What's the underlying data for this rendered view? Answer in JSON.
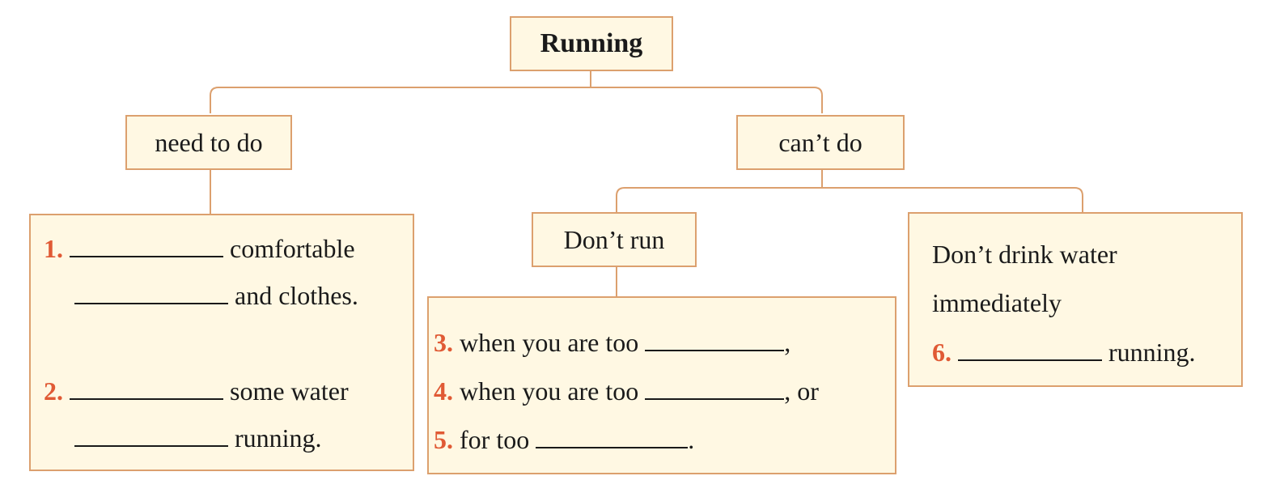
{
  "root": {
    "label": "Running"
  },
  "branches": {
    "need": {
      "label": "need to do"
    },
    "cant": {
      "label": "can’t do"
    },
    "dont_run": {
      "label": "Don’t run"
    }
  },
  "need_items": {
    "item1": {
      "num": "1.",
      "line1_text": "comfortable",
      "line2_text": "and clothes."
    },
    "item2": {
      "num": "2.",
      "line1_text": "some water",
      "line2_text": "running."
    }
  },
  "dont_run_items": {
    "item3": {
      "num": "3.",
      "text_before": "when you are too",
      "text_after": ","
    },
    "item4": {
      "num": "4.",
      "text_before": "when you are too",
      "text_after": ", or"
    },
    "item5": {
      "num": "5.",
      "text_before": "for too",
      "text_after": "."
    }
  },
  "drink_box": {
    "line1": "Don’t drink water",
    "line2": "immediately",
    "item6": {
      "num": "6.",
      "text_after": "running."
    }
  },
  "colors": {
    "box_fill": "#fff8e3",
    "box_border": "#dca06e",
    "number": "#e05a35",
    "text": "#1a1a1a"
  }
}
